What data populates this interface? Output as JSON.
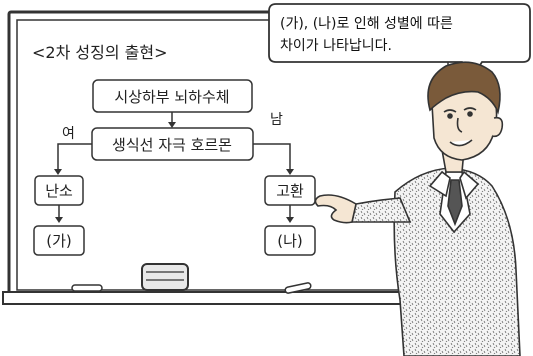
{
  "board": {
    "title": "<2차 성징의 출현>",
    "flow": {
      "top": "시상하부 뇌하수체",
      "middle": "생식선 자극 호르몬",
      "branch_left": "여",
      "branch_right": "남",
      "left_organ": "난소",
      "right_organ": "고환",
      "left_result": "(가)",
      "right_result": "(나)"
    }
  },
  "speech": {
    "line1": "(가), (나)로 인해 성별에 따른",
    "line2": "차이가 나타납니다."
  },
  "colors": {
    "board_fill": "#ffffff",
    "outline": "#333333",
    "teacher_jacket_pattern": "#8a8a8a",
    "teacher_hair": "#7a5a3a",
    "teacher_skin": "#f5e6d3"
  }
}
